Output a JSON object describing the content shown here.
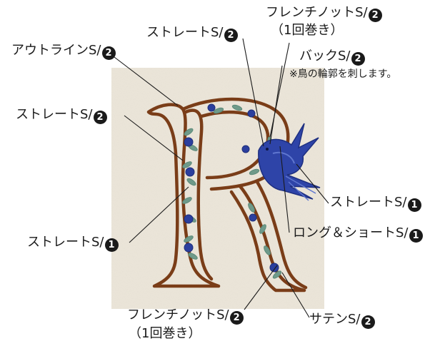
{
  "labels": {
    "french_knot_top": {
      "name": "フレンチノットS/",
      "num": "2",
      "note": "（1回巻き）"
    },
    "straight_top": {
      "name": "ストレートS/",
      "num": "2"
    },
    "outline": {
      "name": "アウトラインS/",
      "num": "2"
    },
    "back": {
      "name": "バックS/",
      "num": "2",
      "note": "※鳥の輪郭を刺します。"
    },
    "straight_left": {
      "name": "ストレートS/",
      "num": "2"
    },
    "straight_right": {
      "name": "ストレートS/",
      "num": "1"
    },
    "straight_lower_left": {
      "name": "ストレートS/",
      "num": "1"
    },
    "long_short": {
      "name": "ロング＆ショートS/",
      "num": "1"
    },
    "french_knot_bottom": {
      "name": "フレンチノットS/",
      "num": "2",
      "note": "（1回巻き）"
    },
    "satin": {
      "name": "サテンS/",
      "num": "2"
    }
  },
  "colors": {
    "fabric": "#ece6da",
    "outline_brown": "#7a3d18",
    "leaf_green": "#6f9a8a",
    "knot_blue": "#2b3f9e",
    "bird_blue": "#2e44a8",
    "text": "#1a1a1a"
  }
}
